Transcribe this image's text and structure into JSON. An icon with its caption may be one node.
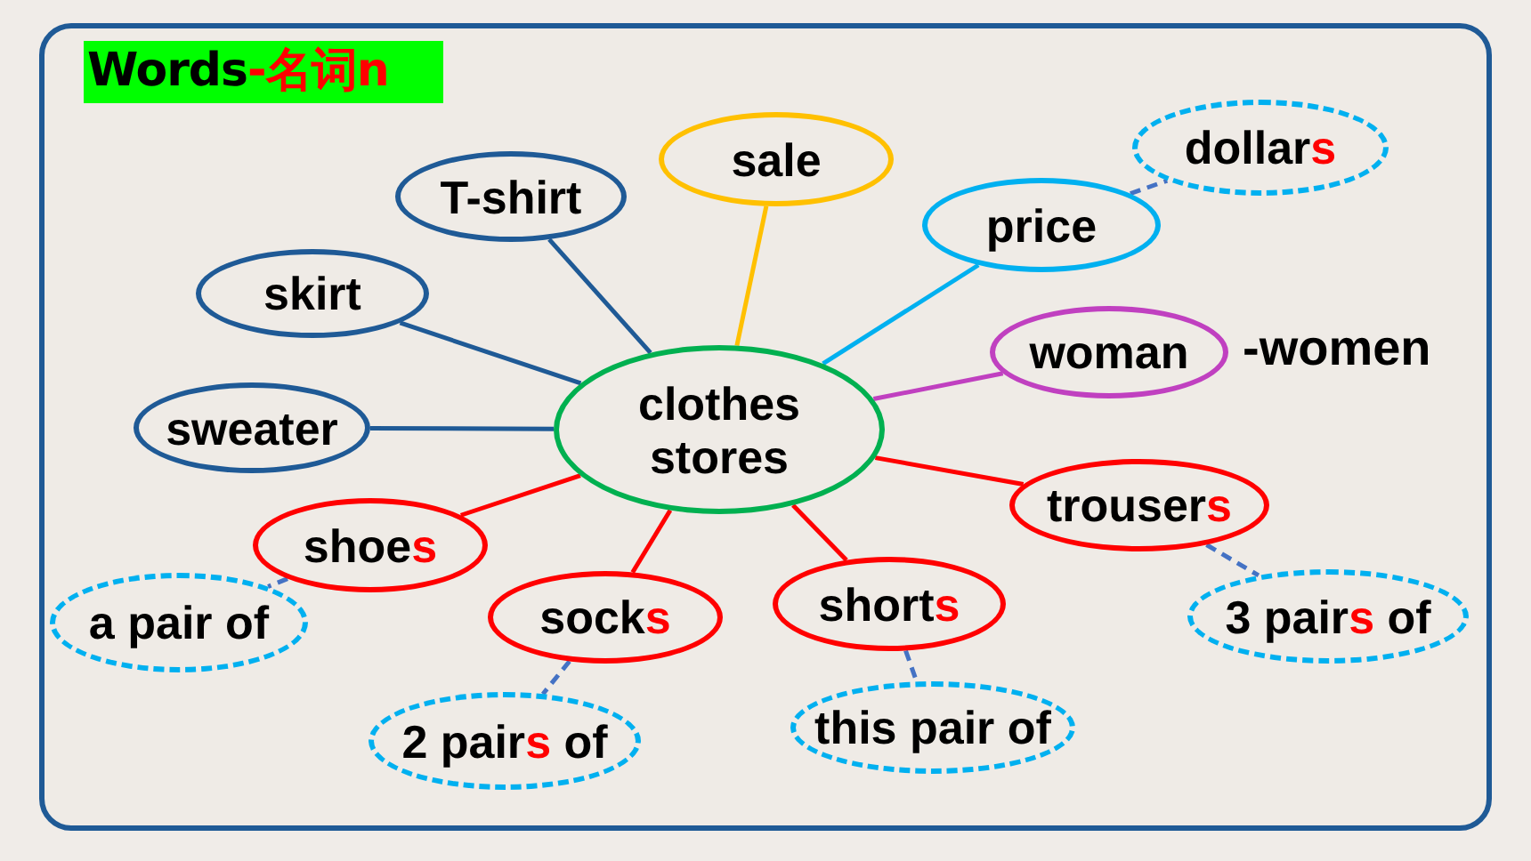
{
  "diagram": {
    "nodes": [
      {
        "text": [
          "Words-名词n"
        ]
      },
      {
        "text": [
          "clothes stores"
        ]
      },
      {
        "text": [
          "T-shirt"
        ]
      },
      {
        "text": [
          "sale"
        ]
      },
      {
        "text": [
          "price"
        ]
      },
      {
        "text": [
          "dollars"
        ]
      },
      {
        "text": [
          "skirt"
        ]
      },
      {
        "text": [
          "woman"
        ],
        "beside": [
          "-women"
        ]
      },
      {
        "text": [
          "sweater"
        ]
      },
      {
        "text": [
          "trousers"
        ]
      },
      {
        "text": [
          "shoes"
        ]
      },
      {
        "text": [
          "a pair of"
        ]
      },
      {
        "text": [
          "socks"
        ]
      },
      {
        "text": [
          "shorts"
        ]
      },
      {
        "text": [
          "3 pairs of"
        ]
      },
      {
        "text": [
          "2 pairs of"
        ]
      },
      {
        "text": [
          "this pair of"
        ]
      }
    ],
    "edges": [
      {
        "from": 1,
        "to": 2,
        "arrow": "none",
        "color": "#1f5a96"
      },
      {
        "from": 1,
        "to": 3,
        "arrow": "none",
        "color": "#ffc000"
      },
      {
        "from": 1,
        "to": 4,
        "arrow": "none",
        "color": "#00b0f0"
      },
      {
        "from": 4,
        "to": 5,
        "arrow": "none",
        "style": "dashed",
        "color": "#4472c4"
      },
      {
        "from": 1,
        "to": 6,
        "arrow": "none",
        "color": "#1f5a96"
      },
      {
        "from": 1,
        "to": 7,
        "arrow": "none",
        "color": "#c040c0"
      },
      {
        "from": 1,
        "to": 8,
        "arrow": "none",
        "color": "#1f5a96"
      },
      {
        "from": 1,
        "to": 9,
        "arrow": "none",
        "color": "#ff0000"
      },
      {
        "from": 1,
        "to": 10,
        "arrow": "none",
        "color": "#ff0000"
      },
      {
        "from": 10,
        "to": 11,
        "arrow": "none",
        "style": "dashed",
        "color": "#4472c4"
      },
      {
        "from": 1,
        "to": 12,
        "arrow": "none",
        "color": "#ff0000"
      },
      {
        "from": 1,
        "to": 13,
        "arrow": "none",
        "color": "#ff0000"
      },
      {
        "from": 9,
        "to": 14,
        "arrow": "none",
        "style": "dashed",
        "color": "#4472c4"
      },
      {
        "from": 12,
        "to": 15,
        "arrow": "none",
        "style": "dashed",
        "color": "#4472c4"
      },
      {
        "from": 13,
        "to": 16,
        "arrow": "none",
        "style": "dashed",
        "color": "#4472c4"
      }
    ]
  }
}
